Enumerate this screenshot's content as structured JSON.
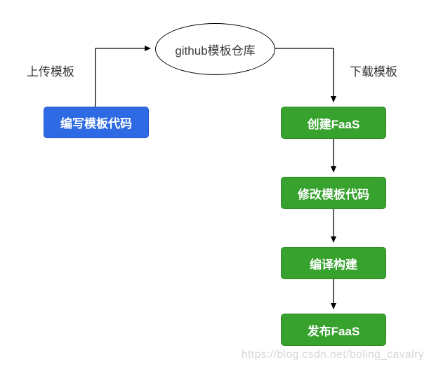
{
  "diagram": {
    "repo_node": {
      "label": "github模板仓库"
    },
    "write_node": {
      "label": "编写模板代码"
    },
    "steps": [
      {
        "label": "创建FaaS"
      },
      {
        "label": "修改模板代码"
      },
      {
        "label": "编译构建"
      },
      {
        "label": "发布FaaS"
      }
    ],
    "edge_labels": {
      "upload": "上传模板",
      "download": "下载模板"
    }
  },
  "watermark": "https://blog.csdn.net/boling_cavalry",
  "colors": {
    "blue_fill": "#2d6ae3",
    "blue_border": "#2456c8",
    "green_fill": "#38a22f",
    "green_border": "#2d8a27",
    "line": "#000000",
    "label_text": "#333333",
    "box_text": "#ffffff",
    "watermark": "#d6d6d6"
  }
}
